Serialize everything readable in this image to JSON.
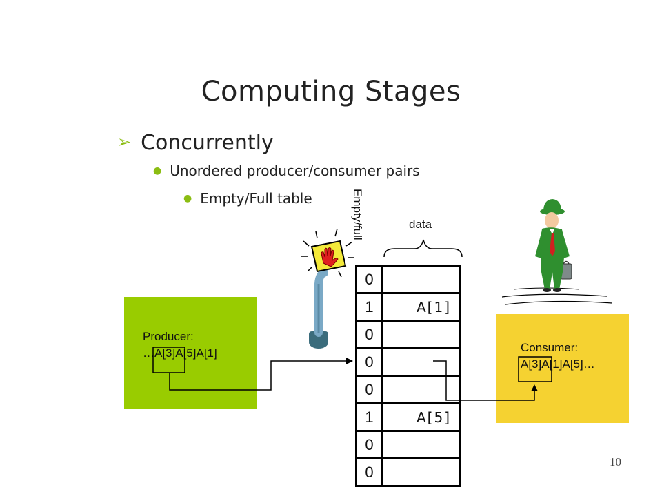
{
  "slide": {
    "title": "Computing Stages",
    "page_number": "10"
  },
  "bullets": {
    "level1": "Concurrently",
    "level2": "Unordered producer/consumer pairs",
    "level3": "Empty/Full table"
  },
  "producer": {
    "label": "Producer:",
    "sequence": "…A[3]A[5]A[1]"
  },
  "consumer": {
    "label": "Consumer:",
    "sequence": "A[3]A[1]A[5]…"
  },
  "table": {
    "flag_header": "Empty/full",
    "data_header": "data",
    "rows": [
      {
        "flag": "0",
        "data": ""
      },
      {
        "flag": "1",
        "data": "A[1]"
      },
      {
        "flag": "0",
        "data": ""
      },
      {
        "flag": "0",
        "data": ""
      },
      {
        "flag": "0",
        "data": ""
      },
      {
        "flag": "1",
        "data": "A[5]"
      },
      {
        "flag": "0",
        "data": ""
      },
      {
        "flag": "0",
        "data": ""
      }
    ]
  },
  "colors": {
    "producer_fill": "#99cc00",
    "consumer_fill": "#f5d231",
    "bullet_accent": "#8bbd13"
  },
  "icons": {
    "signal": "hand-stop-signal-icon",
    "consumer_figure": "businessman-with-briefcase-icon"
  }
}
